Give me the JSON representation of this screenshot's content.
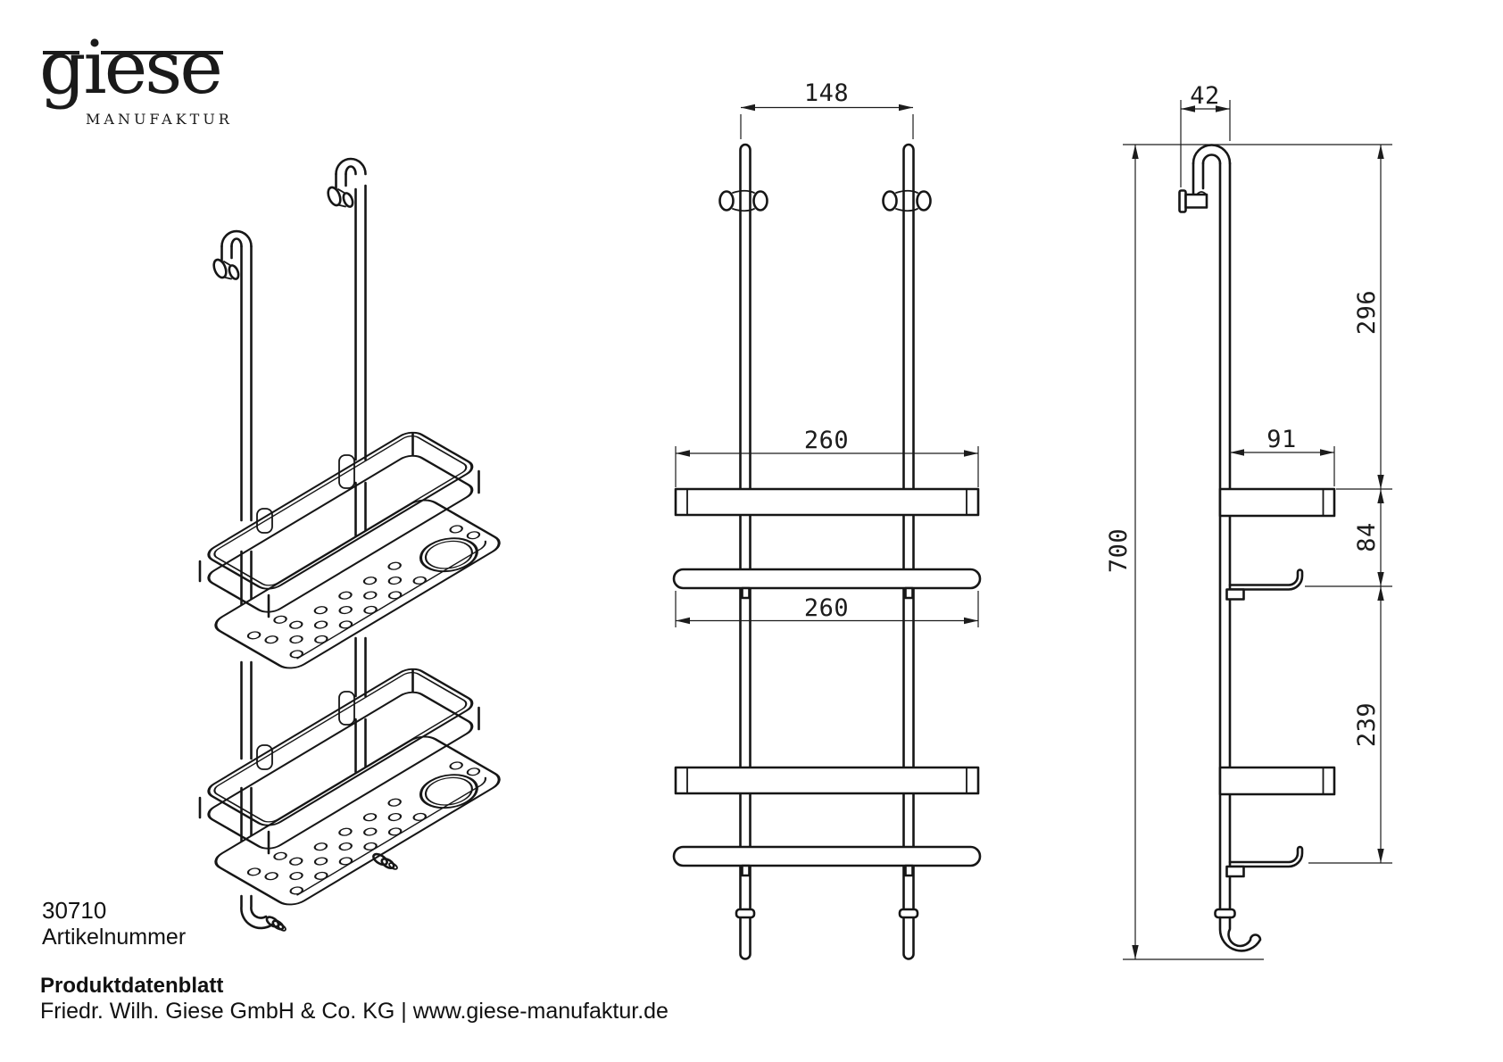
{
  "logo": {
    "wordmark": "giese",
    "subtitle": "MANUFAKTUR"
  },
  "article": {
    "number": "30710",
    "label": "Artikelnummer"
  },
  "footer": {
    "doc_type": "Produktdatenblatt",
    "company_line": "Friedr. Wilh. Giese GmbH & Co. KG | www.giese-manufaktur.de"
  },
  "dimensions": {
    "front": {
      "rail_spacing": "148",
      "upper_shelf_width": "260",
      "lower_shelf_width": "260"
    },
    "side": {
      "hook_depth": "42",
      "top_to_upper_basket": "296",
      "basket_rim_to_shelf": "84",
      "shelf_to_lower_shelf": "239",
      "total_height": "700",
      "basket_depth": "91"
    }
  },
  "drawing": {
    "line_color": "#161616",
    "background": "#ffffff",
    "views": "perspective, front, side"
  }
}
